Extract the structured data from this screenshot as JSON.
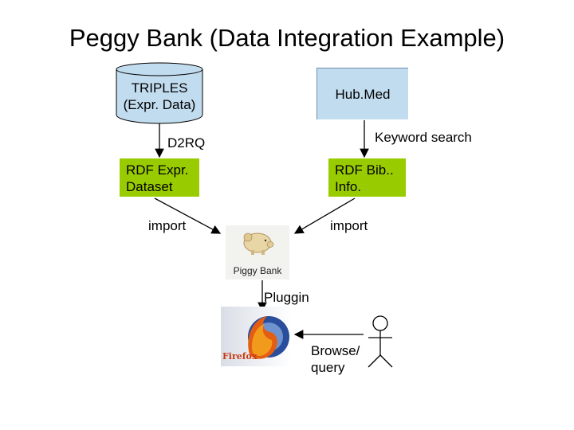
{
  "title": "Peggy Bank (Data Integration Example)",
  "nodes": {
    "triples": {
      "line1": "TRIPLES",
      "line2": "(Expr. Data)"
    },
    "hubmed": {
      "label": "Hub.Med"
    },
    "rdf_expr": {
      "line1": "RDF Expr.",
      "line2": "Dataset"
    },
    "rdf_bib": {
      "line1": "RDF Bib..",
      "line2": "Info."
    },
    "piggy_bank": {
      "logo_text": "Piggy Bank"
    },
    "firefox": {
      "logo_text": "Firefox"
    }
  },
  "edge_labels": {
    "d2rq": "D2RQ",
    "keyword_search": "Keyword search",
    "import_left": "import",
    "import_right": "import",
    "pluggin": "Pluggin",
    "browse_line1": "Browse/",
    "browse_line2": "query"
  },
  "colors": {
    "cylinder": "#c2dcef",
    "hubmed": "#c2dcef",
    "rdf_boxes": "#99cc00"
  }
}
